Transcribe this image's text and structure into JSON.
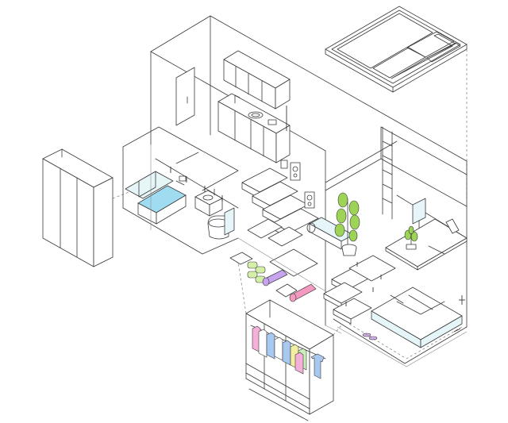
{
  "colors": {
    "line": "#3a3a3a",
    "glass": "#d9f2f6",
    "water": "#9fdcf2",
    "plant": "#9ed455",
    "mat_purple": "#c7a3f0",
    "mat_pink": "#f49ac1",
    "towels_green": "#d4f0a8",
    "cloth_pink": "#f4b0d8",
    "cloth_blue": "#a8c8f0",
    "cloth_yellow": "#f2f0a0",
    "cloth_green": "#c8f0b8"
  },
  "icons": [
    "skylight",
    "wardrobe",
    "kitchen-cabinets",
    "bathtub",
    "toilet",
    "sink",
    "stairs",
    "plant",
    "desk",
    "monitor",
    "bed",
    "ladder",
    "clothes-rack",
    "slippers",
    "speaker"
  ]
}
